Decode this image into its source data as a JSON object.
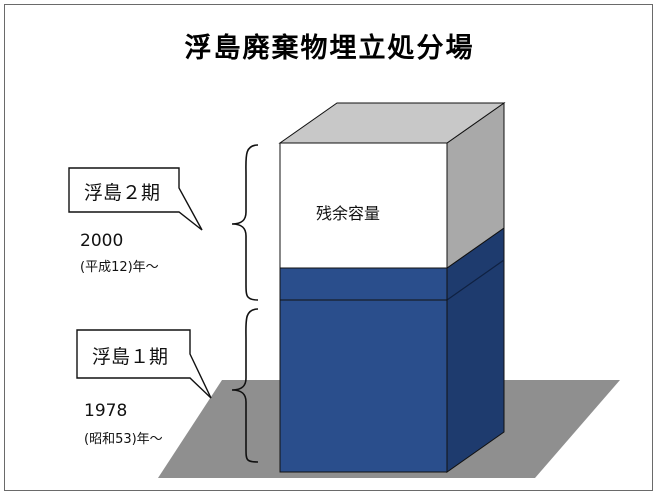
{
  "title": "浮島廃棄物埋立処分場",
  "callouts": {
    "phase2": "浮島２期",
    "phase1": "浮島１期"
  },
  "periods": {
    "phase2_year": "2000",
    "phase2_era": "(平成12)年〜",
    "phase1_year": "1978",
    "phase1_era": "(昭和53)年〜"
  },
  "block": {
    "remaining_label": "残余容量"
  },
  "colors": {
    "fill_front": "#2a4e8c",
    "fill_side": "#1e3b6e",
    "top_gray": "#c8c8c8",
    "side_gray": "#a9a9a9",
    "ground": "#8f8f8f"
  }
}
